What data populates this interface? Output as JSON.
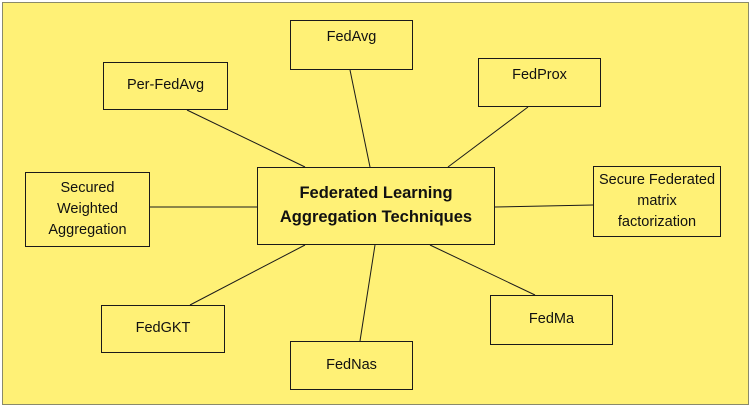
{
  "diagram": {
    "colors": {
      "background": "#FFF176",
      "node_fill": "#FFF176",
      "border": "#1a1a1a",
      "connector": "#1a1a1a"
    },
    "center": {
      "label": "Federated Learning Aggregation Techniques"
    },
    "nodes": [
      {
        "key": "fedavg",
        "label": "FedAvg"
      },
      {
        "key": "per-fedavg",
        "label": "Per-FedAvg"
      },
      {
        "key": "fedprox",
        "label": "FedProx"
      },
      {
        "key": "secured-weighted",
        "label": "Secured Weighted Aggregation"
      },
      {
        "key": "secure-fed-matrix",
        "label": "Secure Federated matrix factorization"
      },
      {
        "key": "fedgkt",
        "label": "FedGKT"
      },
      {
        "key": "fednas",
        "label": "FedNas"
      },
      {
        "key": "fedma",
        "label": "FedMa"
      }
    ]
  }
}
